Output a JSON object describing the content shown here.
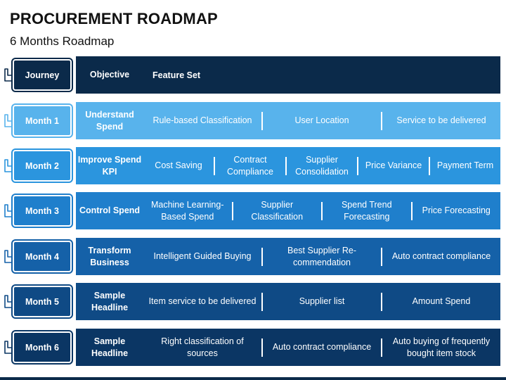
{
  "title": "PROCUREMENT ROADMAP",
  "subtitle": "6 Months Roadmap",
  "header": {
    "badge": "Journey",
    "objective": "Objective",
    "features": "Feature Set",
    "color": "#0b2a4a"
  },
  "rows": [
    {
      "badge": "Month 1",
      "objective": "Understand Spend",
      "color": "#58b3ec",
      "features": [
        "Rule-based Classification",
        "User Location",
        "Service to be delivered"
      ]
    },
    {
      "badge": "Month 2",
      "objective": "Improve Spend KPI",
      "color": "#2b95de",
      "features": [
        "Cost Saving",
        "Contract Compliance",
        "Supplier Consolidation",
        "Price Variance",
        "Payment Term"
      ]
    },
    {
      "badge": "Month 3",
      "objective": "Control Spend",
      "color": "#1f7fcc",
      "features": [
        "Machine Learning-Based Spend",
        "Supplier Classification",
        "Spend Trend Forecasting",
        "Price Forecasting"
      ]
    },
    {
      "badge": "Month 4",
      "objective": "Transform Business",
      "color": "#1561a8",
      "features": [
        "Intelligent Guided Buying",
        "Best Supplier Re-commendation",
        "Auto contract compliance"
      ]
    },
    {
      "badge": "Month 5",
      "objective": "Sample Headline",
      "color": "#0f4a85",
      "features": [
        "Item service to be delivered",
        "Supplier list",
        "Amount Spend"
      ]
    },
    {
      "badge": "Month 6",
      "objective": "Sample Headline",
      "color": "#0b3664",
      "features": [
        "Right classification of sources",
        "Auto contract compliance",
        "Auto buying of frequently bought item stock"
      ]
    }
  ]
}
